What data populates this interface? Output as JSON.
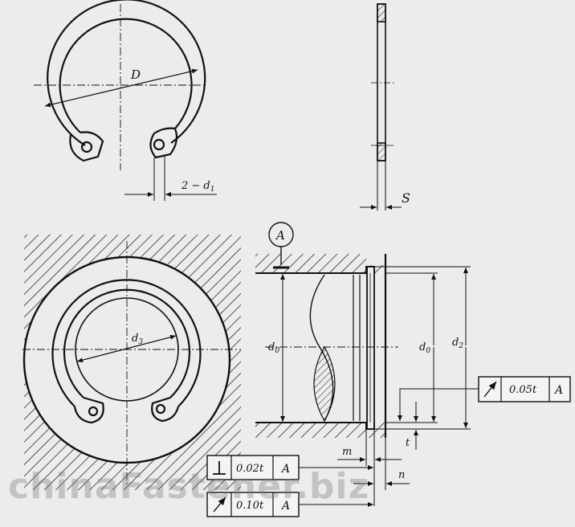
{
  "labels": {
    "D": "D",
    "d1": "2 − d",
    "d1_sub": "1",
    "S": "S",
    "d3": "d",
    "d3_sub": "3",
    "datum_A": "A",
    "d0_left": "d",
    "d0_left_sub": "0",
    "d0_right": "d",
    "d0_right_sub": "0",
    "d2": "d",
    "d2_sub": "2",
    "m": "m",
    "n": "n",
    "t": "t"
  },
  "tolerances": {
    "runout_right": {
      "symbol": "runout-arrow",
      "value": "0.05t",
      "datum": "A"
    },
    "perpendicularity": {
      "symbol": "perpendicular",
      "value": "0.02t",
      "datum": "A"
    },
    "runout_bottom": {
      "symbol": "runout-arrow",
      "value": "0.10t",
      "datum": "A"
    }
  },
  "watermark": "chinaFastener.biz",
  "colors": {
    "background": "#ececec",
    "line": "#111111"
  }
}
